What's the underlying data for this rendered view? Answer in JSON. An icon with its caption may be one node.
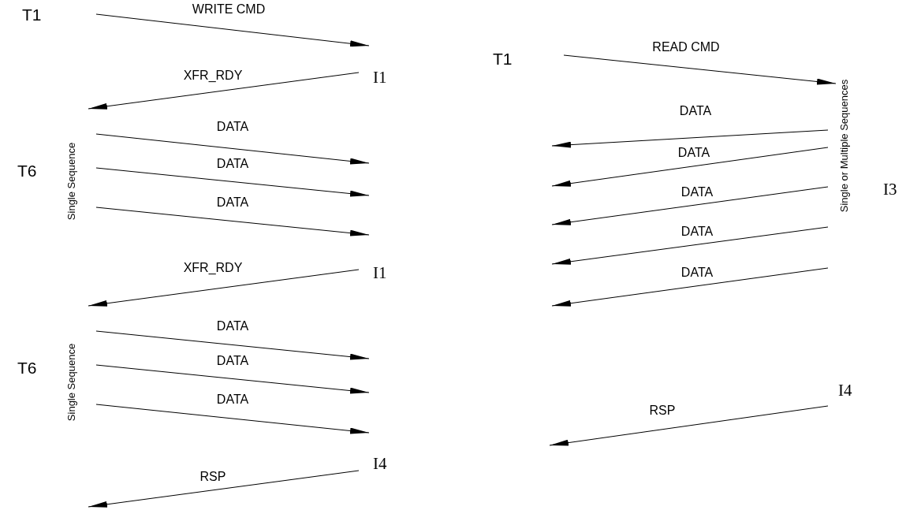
{
  "diagram": {
    "labels": [
      "T1",
      "WRITE CMD",
      "XFR_RDY",
      "I1",
      "Single Sequence",
      "T6",
      "DATA",
      "DATA",
      "DATA",
      "XFR_RDY",
      "I1",
      "Single Sequence",
      "T6",
      "DATA",
      "DATA",
      "DATA",
      "RSP",
      "I4",
      "T1",
      "READ CMD",
      "DATA",
      "DATA",
      "DATA",
      "DATA",
      "DATA",
      "Single or Multiple Sequences",
      "I3",
      "RSP",
      "I4"
    ]
  }
}
